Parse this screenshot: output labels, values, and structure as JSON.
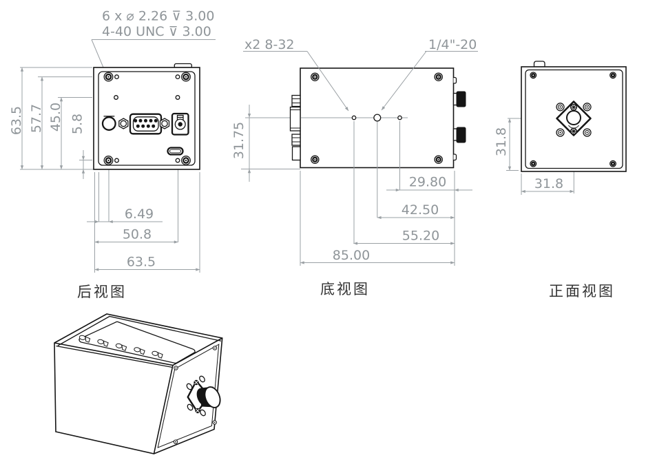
{
  "callout_rear": {
    "line1": "6 x ⌀ 2.26  ⊽ 3.00",
    "line2": "4-40 UNC  ⊽ 3.00"
  },
  "rear_view": {
    "label": "后视图",
    "dim_total_height": "63.5",
    "dim_screw_rows": "57.7",
    "dim_hole_rows": "45.0",
    "dim_bottom_offset": "5.8",
    "dim_screw_inset": "6.49",
    "dim_screw_cols": "50.8",
    "dim_total_width": "63.5"
  },
  "bottom_view": {
    "label": "底视图",
    "callout_left": "x2  8-32",
    "callout_right": "1/4\"-20",
    "dim_hole_row_offset": "31.75",
    "dim_hole3_to_edge": "29.80",
    "dim_hole2_to_edge": "42.50",
    "dim_hole1_to_edge": "55.20",
    "dim_total_width": "85.00"
  },
  "front_view": {
    "label": "正面视图",
    "dim_center_height": "31.8",
    "dim_center_width": "31.8"
  },
  "colors": {
    "line": "#151515",
    "dim": "#9aa0a4",
    "dim_text": "#8f9599",
    "label_text": "#333333"
  }
}
